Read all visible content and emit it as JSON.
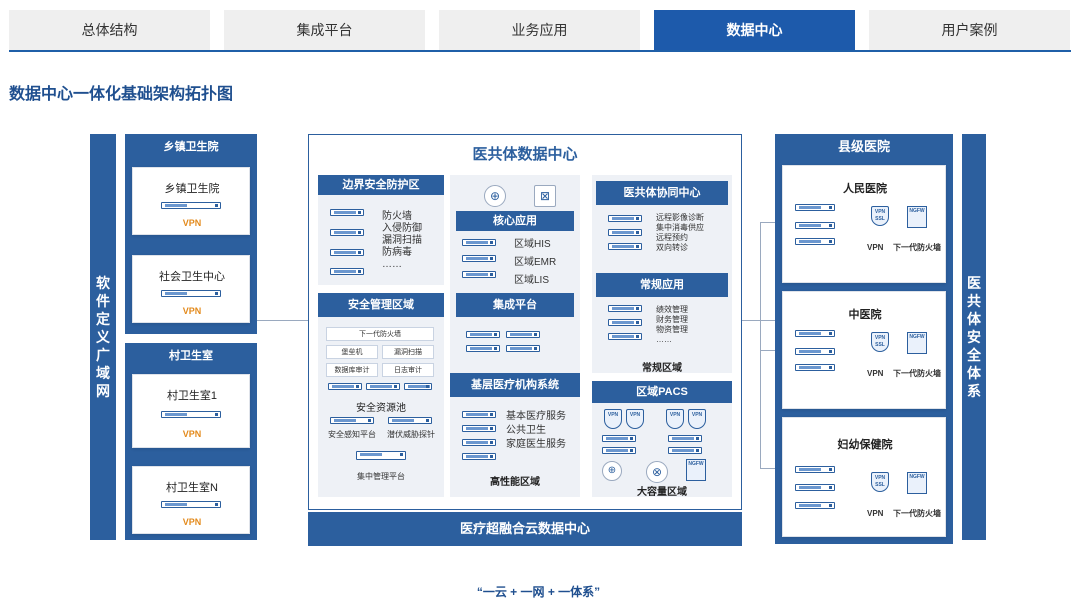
{
  "tabs": [
    {
      "label": "总体结构"
    },
    {
      "label": "集成平台"
    },
    {
      "label": "业务应用"
    },
    {
      "label": "数据中心"
    },
    {
      "label": "用户案例"
    }
  ],
  "heading": "数据中心一体化基础架构拓扑图",
  "left_bar": "软件定义广域网",
  "right_bar": "医共体安全体系",
  "township": {
    "title": "乡镇卫生院",
    "card1_title": "乡镇卫生院",
    "card2_title": "社会卫生中心",
    "vpn": "VPN",
    "dots": "⋮"
  },
  "village": {
    "title": "村卫生室",
    "card1_title": "村卫生室1",
    "card2_title": "村卫生室N",
    "vpn": "VPN",
    "dots": "⋮"
  },
  "center": {
    "title": "医共体数据中心",
    "boundary": {
      "title": "边界安全防护区",
      "items": [
        "防火墙",
        "入侵防御",
        "漏洞扫描",
        "防病毒",
        "……"
      ]
    },
    "security": {
      "title": "安全管理区域",
      "ngfw": "下一代防火墙",
      "bastion": "堡垒机",
      "scan": "漏洞扫描",
      "db_audit": "数据库审计",
      "log_audit": "日志审计",
      "pool": "安全资源池",
      "perception": "安全感知平台",
      "threat": "潜伏威胁探针",
      "mgmt": "集中管理平台"
    },
    "core": {
      "title": "核心应用",
      "items": [
        "区域HIS",
        "区域EMR",
        "区域LIS"
      ]
    },
    "integration": {
      "title": "集成平台"
    },
    "grassroots": {
      "title": "基层医疗机构系统",
      "items": [
        "基本医疗服务",
        "公共卫生",
        "家庭医生服务"
      ]
    },
    "high_perf": "高性能区域",
    "collab": {
      "title": "医共体协同中心",
      "items": [
        "远程影像诊断",
        "集中消毒供应",
        "远程预约",
        "双向转诊"
      ]
    },
    "regular": {
      "title": "常规应用",
      "items": [
        "绩效管理",
        "财务管理",
        "物资管理",
        "……"
      ]
    },
    "regular_zone": "常规区域",
    "pacs": {
      "title": "区域PACS"
    },
    "capacity_zone": "大容量区域"
  },
  "cloud": "医疗超融合云数据中心",
  "county": {
    "title": "县级医院",
    "hospitals": [
      {
        "name": "人民医院"
      },
      {
        "name": "中医院"
      },
      {
        "name": "妇幼保健院"
      }
    ],
    "vpn": "VPN",
    "ngfw": "下一代防火墙",
    "vpn_icon": "VPN SSL",
    "ngfw_icon": "NGFW vNGAF"
  },
  "footer": "“一云 + 一网 + 一体系”",
  "colors": {
    "primary": "#2c5f9e",
    "active_tab": "#1d5aab",
    "accent": "#e38a1c"
  },
  "icons": [
    "server-icon",
    "shield-icon",
    "firewall-icon",
    "router-icon"
  ]
}
